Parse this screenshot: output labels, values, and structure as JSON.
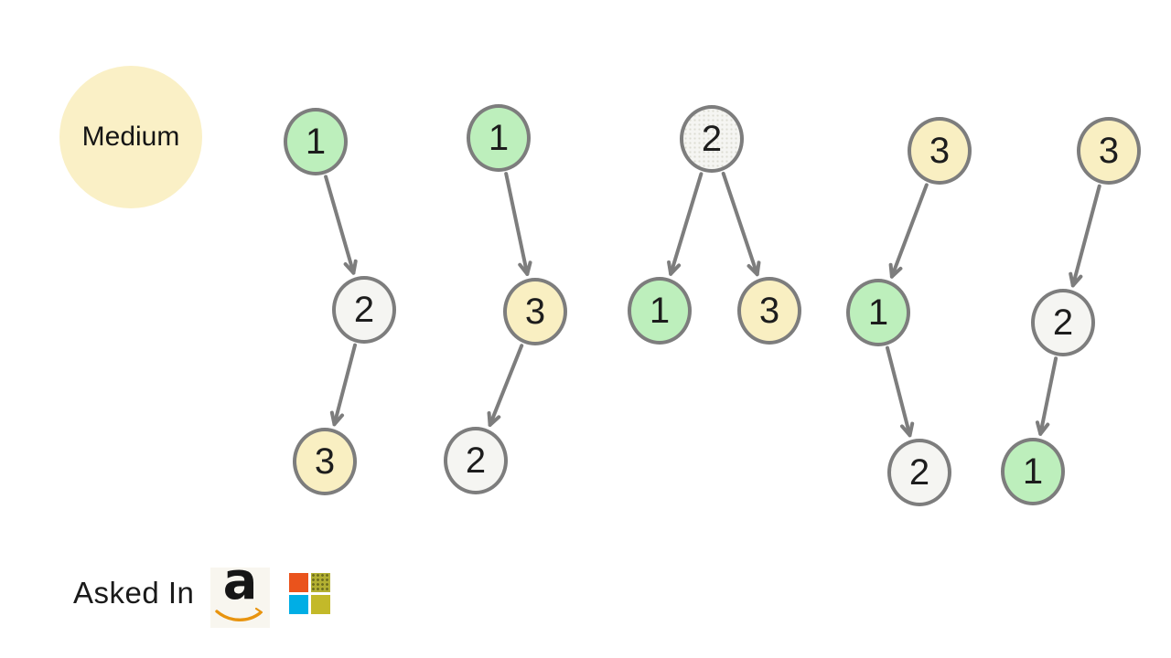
{
  "badge": {
    "label": "Medium",
    "bg_color": "#FAF0C6",
    "text_color": "#151515"
  },
  "palette": {
    "node_green": "#BDEFBC",
    "node_yellow": "#F9EFC2",
    "node_gray": "#F5F5F2",
    "node_border": "#7D7D7D",
    "arrow": "#7D7D7D",
    "background": "#FFFFFF"
  },
  "trees": [
    {
      "id": "tree-1",
      "root": "1",
      "edges": [
        "1 → 2",
        "2 → 3"
      ],
      "nodes": [
        {
          "value": "1",
          "color": "green"
        },
        {
          "value": "2",
          "color": "gray"
        },
        {
          "value": "3",
          "color": "yellow"
        }
      ]
    },
    {
      "id": "tree-2",
      "root": "1",
      "edges": [
        "1 → 3",
        "3 → 2"
      ],
      "nodes": [
        {
          "value": "1",
          "color": "green"
        },
        {
          "value": "3",
          "color": "yellow"
        },
        {
          "value": "2",
          "color": "gray"
        }
      ]
    },
    {
      "id": "tree-3",
      "root": "2",
      "edges": [
        "2 → 1",
        "2 → 3"
      ],
      "nodes": [
        {
          "value": "2",
          "color": "gray-dotted"
        },
        {
          "value": "1",
          "color": "green"
        },
        {
          "value": "3",
          "color": "yellow"
        }
      ]
    },
    {
      "id": "tree-4",
      "root": "3",
      "edges": [
        "3 → 1",
        "1 → 2"
      ],
      "nodes": [
        {
          "value": "3",
          "color": "yellow"
        },
        {
          "value": "1",
          "color": "green"
        },
        {
          "value": "2",
          "color": "gray"
        }
      ]
    },
    {
      "id": "tree-5",
      "root": "3",
      "edges": [
        "3 → 2",
        "2 → 1"
      ],
      "nodes": [
        {
          "value": "3",
          "color": "yellow"
        },
        {
          "value": "2",
          "color": "gray"
        },
        {
          "value": "1",
          "color": "green"
        }
      ]
    }
  ],
  "footer": {
    "label": "Asked In",
    "companies": [
      {
        "name": "Amazon",
        "icon": "amazon-logo-icon",
        "glyph": "a"
      },
      {
        "name": "Microsoft",
        "icon": "microsoft-logo-icon"
      }
    ],
    "amazon_colors": {
      "letter": "#161616",
      "smile": "#E8940F",
      "tile_bg": "#F8F6EF"
    },
    "microsoft_colors": {
      "top_left": "#EA531C",
      "top_right": "#B3B032",
      "bottom_left": "#00AEE5",
      "bottom_right": "#C3B929"
    }
  }
}
